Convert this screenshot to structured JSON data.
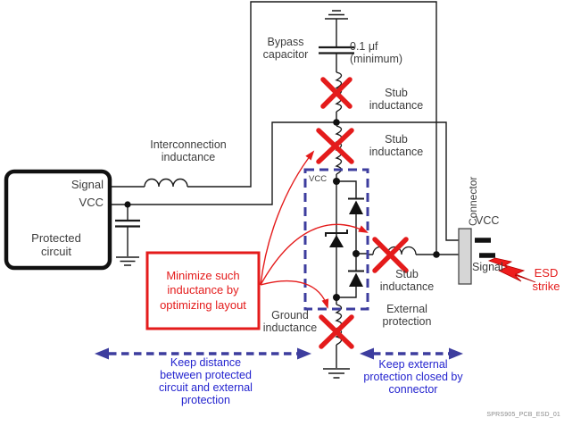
{
  "figure_id": "SPRS905_PCB_ESD_01",
  "colors": {
    "wire": "#1a1a1a",
    "label_text": "#3d3d3d",
    "red_accent": "#e41b1b",
    "indigo_dashed": "#3d3d9e",
    "blue_guidance_text": "#2424cf",
    "connector_fill": "#d6d6d6",
    "watermark_gray": "#8a8a8a"
  },
  "protected_circuit": {
    "title": "Protected\ncircuit",
    "signal": "Signal",
    "vcc": "VCC"
  },
  "labels": {
    "interconnection": "Interconnection\ninductance",
    "bypass": "Bypass\ncapacitor",
    "cap_value": "0.1 μf\n(minimum)",
    "stub1": "Stub\ninductance",
    "stub2": "Stub\ninductance",
    "stub3": "Stub\ninductance",
    "ground_inductance": "Ground\ninductance",
    "external_protection": "External\nprotection"
  },
  "protection": {
    "vcc": "VCC"
  },
  "connector": {
    "label": "Connector",
    "vcc": "VCC",
    "signal": "Signal"
  },
  "esd": {
    "label": "ESD\nstrike"
  },
  "callout": {
    "text": "Minimize such\ninductance by\noptimizing layout"
  },
  "guidance": {
    "left": "Keep distance\nbetween protected\ncircuit and external\nprotection",
    "right": "Keep external\nprotection closed by\nconnector"
  }
}
